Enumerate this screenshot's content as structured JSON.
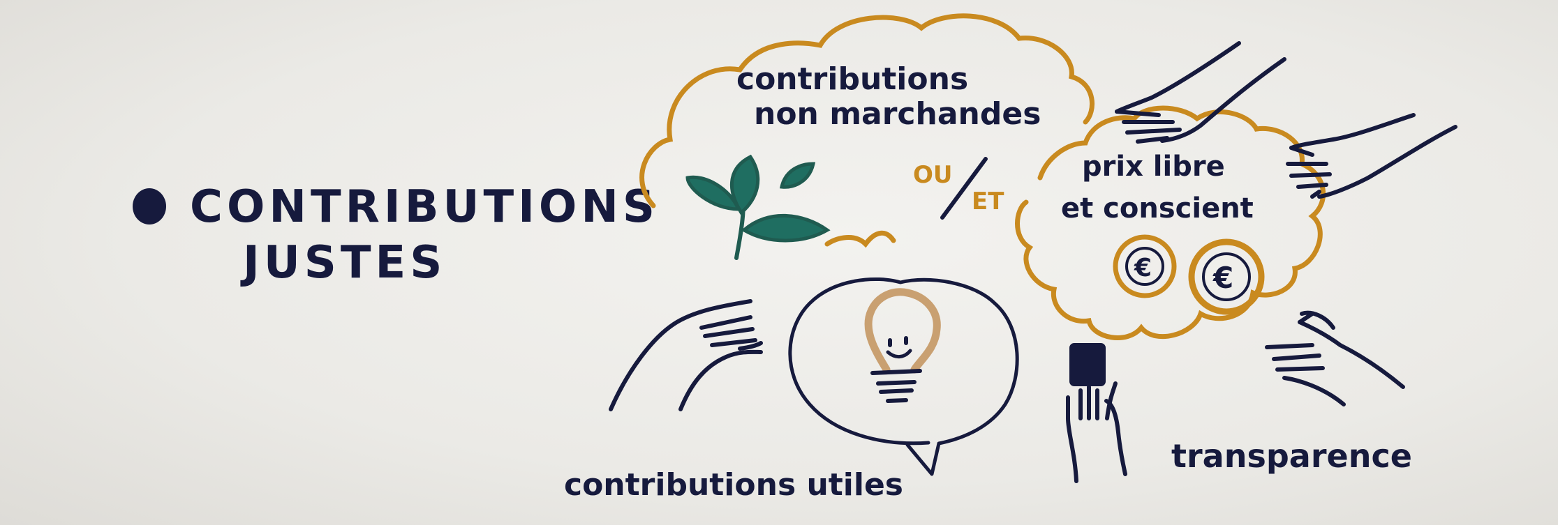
{
  "title": {
    "line1": "CONTRIBUTIONS",
    "line2": "JUSTES"
  },
  "cloud_label": {
    "line1": "contributions",
    "line2": "non marchandes"
  },
  "connector": {
    "ou": "OU",
    "et": "ET"
  },
  "price_label": {
    "line1": "prix libre",
    "line2": "et conscient"
  },
  "coin_symbol": "€",
  "useful_label": "contributions utiles",
  "transparency_label": "transparence",
  "colors": {
    "ink": "#161a3d",
    "ochre": "#c98a1f",
    "teal": "#1f5b50",
    "bulb": "#c9a071"
  },
  "icons": [
    "leaf-sprout-icon",
    "lightbulb-icon",
    "euro-coin-icon",
    "hand-icon",
    "speech-bubble-icon"
  ]
}
